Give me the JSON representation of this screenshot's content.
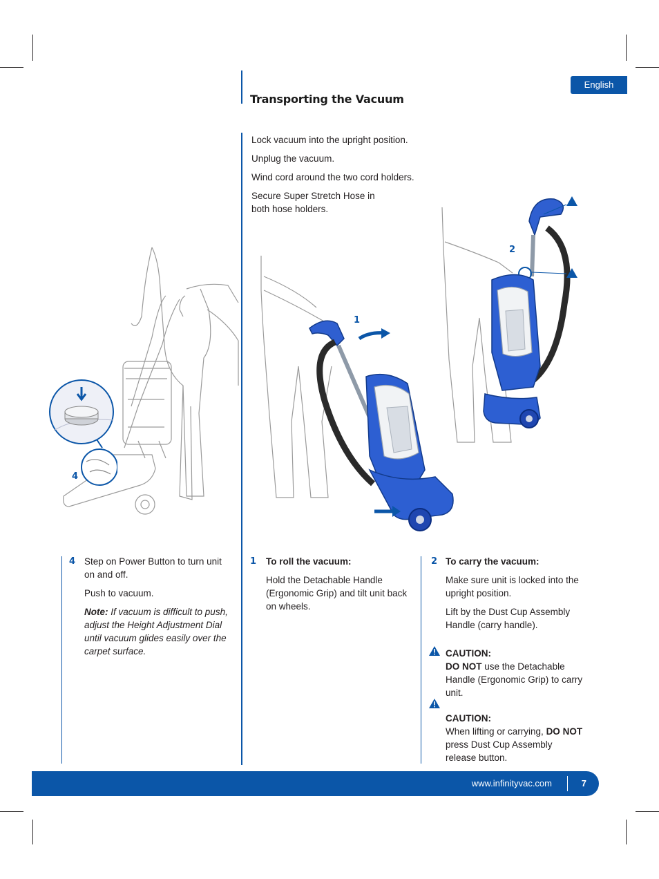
{
  "language_tab": "English",
  "heading": "Transporting the Vacuum",
  "intro": [
    "Lock vacuum into the upright position.",
    "Unplug the vacuum.",
    "Wind cord around the two cord holders.",
    "Secure Super Stretch Hose in both hose holders."
  ],
  "callouts": {
    "c1": "1",
    "c2": "2",
    "c4": "4"
  },
  "step4": {
    "number": "4",
    "text": "Step on Power Button to turn unit on and off.",
    "push": "Push to vacuum.",
    "note_label": "Note:",
    "note_text": " If vacuum is difficult to push, adjust the Height Adjustment Dial until vacuum glides easily over the carpet surface."
  },
  "step1": {
    "number": "1",
    "title": "To roll the vacuum:",
    "text": "Hold the Detachable Handle (Ergonomic Grip) and tilt unit back on wheels."
  },
  "step2": {
    "number": "2",
    "title": "To carry the vacuum:",
    "p1": "Make sure unit is locked into the upright position.",
    "p2": "Lift by the Dust Cup Assembly Handle (carry handle).",
    "caution1_label": "CAUTION:",
    "caution1_strong": "DO NOT",
    "caution1_text": " use the Detachable Handle (Ergonomic Grip) to carry unit.",
    "caution2_label": "CAUTION:",
    "caution2_pre": "When lifting or carrying, ",
    "caution2_strong": "DO NOT",
    "caution2_text": " press Dust Cup Assembly release button."
  },
  "footer": {
    "url": "www.infinityvac.com",
    "page": "7"
  },
  "colors": {
    "brand_blue": "#0b56a8",
    "text": "#231f20"
  }
}
